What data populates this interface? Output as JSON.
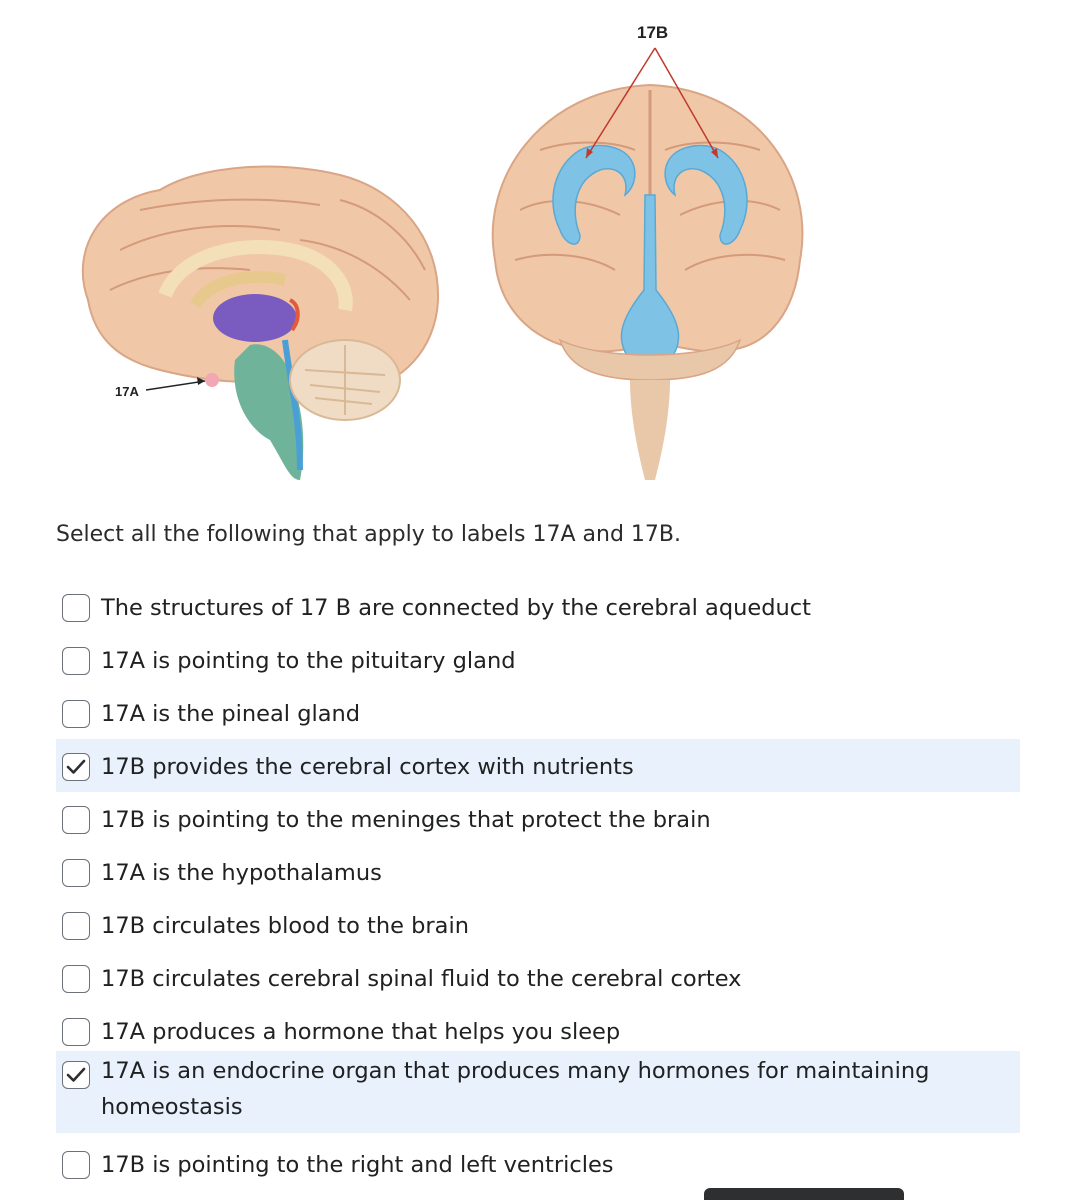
{
  "figure": {
    "label_a": "17A",
    "label_b": "17B"
  },
  "question": {
    "prompt": "Select all the following that apply to labels 17A and 17B."
  },
  "options": [
    {
      "text": "The structures of 17 B are connected by the cerebral aqueduct",
      "checked": false
    },
    {
      "text": "17A is pointing to the pituitary gland",
      "checked": false
    },
    {
      "text": "17A is the pineal gland",
      "checked": false
    },
    {
      "text": "17B provides the cerebral cortex with nutrients",
      "checked": true
    },
    {
      "text": "17B is pointing to the meninges that protect the brain",
      "checked": false
    },
    {
      "text": "17A is the hypothalamus",
      "checked": false
    },
    {
      "text": "17B circulates blood to the brain",
      "checked": false
    },
    {
      "text": "17B circulates cerebral spinal fluid to the cerebral cortex",
      "checked": false
    },
    {
      "text": "17A produces a hormone that helps you sleep",
      "checked": false
    },
    {
      "text": "17A is an endocrine organ that produces many hormones for maintaining homeostasis",
      "checked": true
    },
    {
      "text": "17B is pointing to the right and left ventricles",
      "checked": false
    }
  ]
}
